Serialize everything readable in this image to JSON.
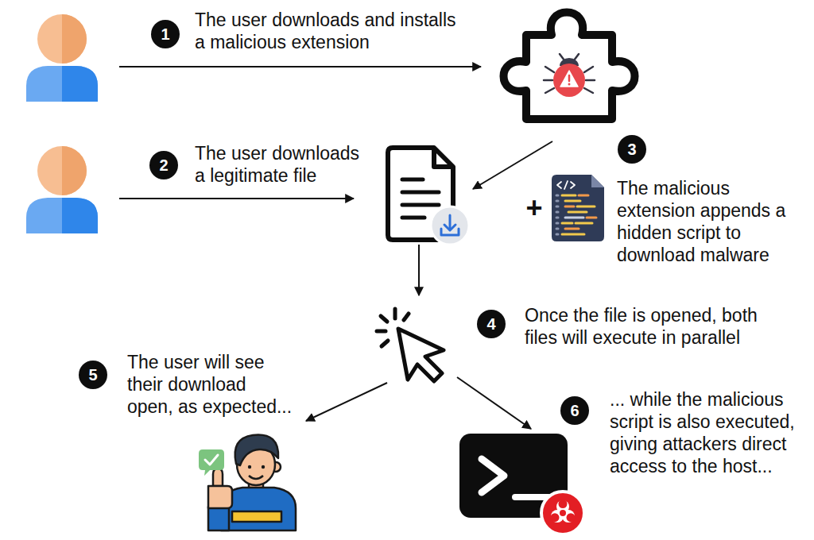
{
  "diagram": {
    "nodes": [
      {
        "text": []
      },
      {
        "text": [
          "1",
          "The user downloads and installs a malicious extension"
        ]
      },
      {
        "text": []
      },
      {
        "text": []
      },
      {
        "text": [
          "2",
          "The user downloads a legitimate file"
        ]
      },
      {
        "text": []
      },
      {
        "text": [
          "3",
          "The malicious extension appends a hidden script to download malware"
        ]
      },
      {
        "text": []
      },
      {
        "text": []
      },
      {
        "text": [
          "4",
          "Once the file is opened, both files will execute in parallel"
        ]
      },
      {
        "text": [
          "5",
          "The user will see their download open, as expected..."
        ]
      },
      {
        "text": []
      },
      {
        "text": [
          "6",
          "... while the malicious script is also executed, giving attackers direct access to the host..."
        ]
      },
      {
        "text": []
      }
    ],
    "edges": [
      {
        "from": 0,
        "to": 2,
        "arrow": "to"
      },
      {
        "from": 3,
        "to": 5,
        "arrow": "to"
      },
      {
        "from": 2,
        "to": 5,
        "arrow": "to"
      },
      {
        "from": 5,
        "to": 8,
        "arrow": "to"
      },
      {
        "from": 8,
        "to": 11,
        "arrow": "to"
      },
      {
        "from": 8,
        "to": 13,
        "arrow": "to"
      }
    ],
    "labels": [
      "+"
    ]
  }
}
